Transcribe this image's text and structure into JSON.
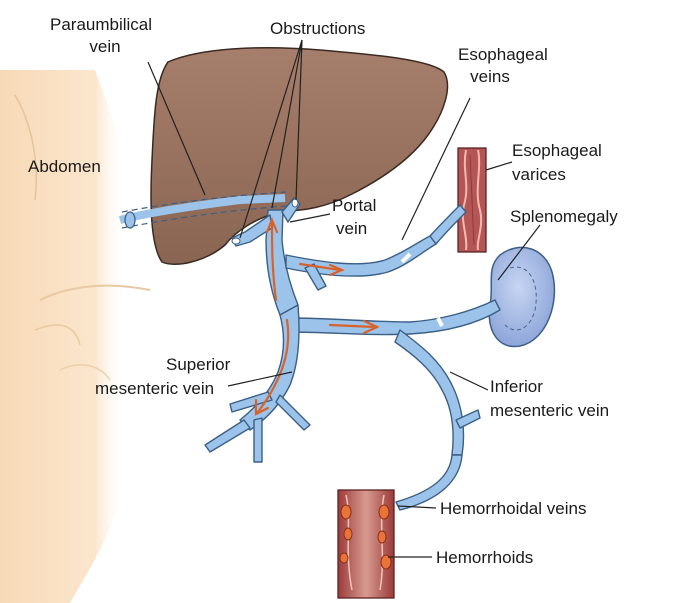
{
  "labels": {
    "paraumbilical_1": "Paraumbilical",
    "paraumbilical_2": "vein",
    "obstructions": "Obstructions",
    "esophageal_veins_1": "Esophageal",
    "esophageal_veins_2": "veins",
    "abdomen": "Abdomen",
    "esophageal_varices_1": "Esophageal",
    "esophageal_varices_2": "varices",
    "portal_1": "Portal",
    "portal_2": "vein",
    "splenomegaly": "Splenomegaly",
    "superior_1": "Superior",
    "superior_2": "mesenteric vein",
    "inferior_1": "Inferior",
    "inferior_2": "mesenteric vein",
    "hemorrhoidal": "Hemorrhoidal veins",
    "hemorrhoids": "Hemorrhoids"
  },
  "colors": {
    "liver": "#9c7563",
    "liver_outline": "#3a2a22",
    "vein": "#9cc4ea",
    "vein_outline": "#3b5f86",
    "flow_arrow": "#d9622b",
    "abdomen_skin": "#fbe3c6",
    "spleen": "#a9bde6",
    "varices_tissue": "#b85a5a",
    "hemorrhoid": "#e8743a"
  }
}
